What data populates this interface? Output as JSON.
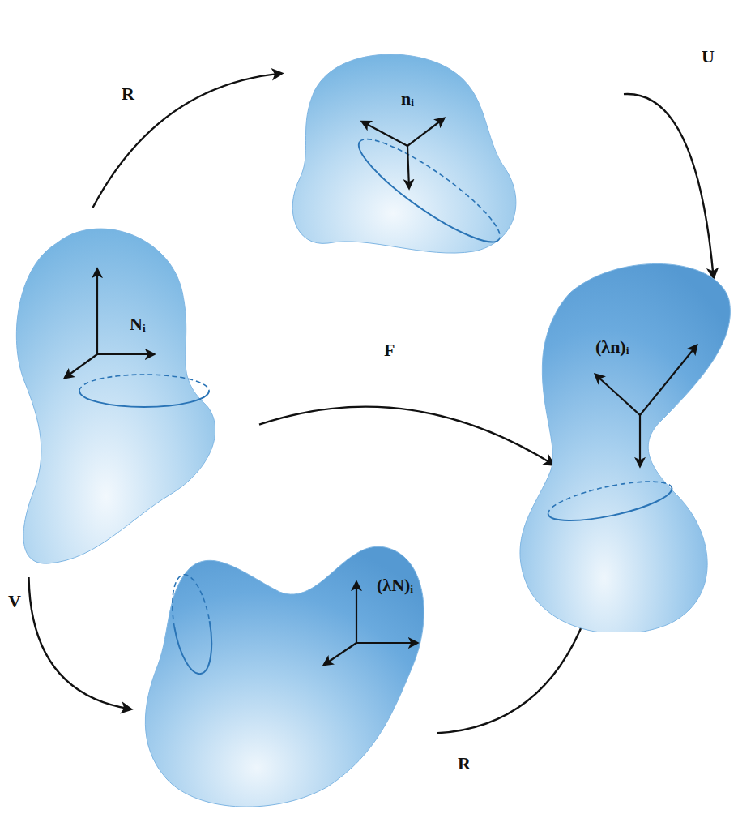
{
  "diagram": {
    "nodes": [
      {
        "text": [
          "Nᵢ"
        ]
      },
      {
        "text": [
          "nᵢ"
        ]
      },
      {
        "text": [
          "(λn)ᵢ"
        ]
      },
      {
        "text": [
          "(λN)ᵢ"
        ]
      }
    ],
    "edges": [
      {
        "from": 0,
        "to": 1,
        "arrow": "to",
        "label": "R"
      },
      {
        "from": 1,
        "to": 2,
        "arrow": "to",
        "label": "U"
      },
      {
        "from": 0,
        "to": 2,
        "arrow": "to",
        "label": "F"
      },
      {
        "from": 0,
        "to": 3,
        "arrow": "to",
        "label": "V"
      },
      {
        "from": 3,
        "to": 2,
        "arrow": "to",
        "label": "R"
      }
    ]
  }
}
